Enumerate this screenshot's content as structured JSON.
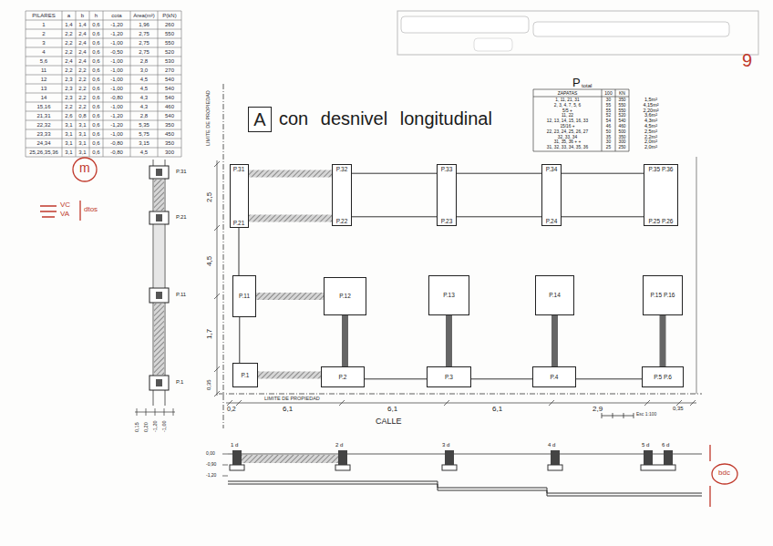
{
  "diagram": {
    "title": "con desnivel longitudinal",
    "nodes": [
      {
        "text": [
          "A"
        ]
      },
      {
        "text": [
          "P.31",
          "P.21"
        ]
      },
      {
        "text": [
          "P.32",
          "P.22"
        ]
      },
      {
        "text": [
          "P.33",
          "P.23"
        ]
      },
      {
        "text": [
          "P.34",
          "P.24"
        ]
      },
      {
        "text": [
          "P.35 P.36",
          "P.25 P.26"
        ]
      },
      {
        "text": [
          "P.11"
        ]
      },
      {
        "text": [
          "P.12"
        ]
      },
      {
        "text": [
          "P.13"
        ]
      },
      {
        "text": [
          "P.14"
        ]
      },
      {
        "text": [
          "P.15 P.16"
        ]
      },
      {
        "text": [
          "P.1"
        ]
      },
      {
        "text": [
          "P.2"
        ]
      },
      {
        "text": [
          "P.3"
        ]
      },
      {
        "text": [
          "P.4"
        ]
      },
      {
        "text": [
          "P.5 P.6"
        ]
      }
    ],
    "edges": [
      {
        "from": 1,
        "to": 2,
        "arrow": "none"
      },
      {
        "from": 1,
        "to": 2,
        "arrow": "none"
      },
      {
        "from": 2,
        "to": 3,
        "arrow": "none"
      },
      {
        "from": 3,
        "to": 4,
        "arrow": "none"
      },
      {
        "from": 4,
        "to": 5,
        "arrow": "none"
      },
      {
        "from": 2,
        "to": 3,
        "arrow": "none"
      },
      {
        "from": 3,
        "to": 4,
        "arrow": "none"
      },
      {
        "from": 4,
        "to": 5,
        "arrow": "none"
      },
      {
        "from": 6,
        "to": 7,
        "arrow": "none"
      },
      {
        "from": 11,
        "to": 12,
        "arrow": "none"
      },
      {
        "from": 7,
        "to": 12,
        "arrow": "none"
      },
      {
        "from": 8,
        "to": 13,
        "arrow": "none"
      },
      {
        "from": 9,
        "to": 14,
        "arrow": "none"
      },
      {
        "from": 10,
        "to": 15,
        "arrow": "none"
      },
      {
        "from": 1,
        "to": 6,
        "arrow": "none"
      },
      {
        "from": 6,
        "to": 11,
        "arrow": "none"
      },
      {
        "from": 12,
        "to": 13,
        "arrow": "none"
      },
      {
        "from": 13,
        "to": 14,
        "arrow": "none"
      },
      {
        "from": 14,
        "to": 15,
        "arrow": "none"
      }
    ],
    "labels": [
      "PILARES",
      "a",
      "b",
      "h",
      "cota",
      "Area(m²)",
      "P(kN)",
      "1",
      "1,4",
      "1,4",
      "0,6",
      "-1,20",
      "1,96",
      "260",
      "2",
      "2,2",
      "2,4",
      "0,6",
      "-1,20",
      "2,75",
      "550",
      "3",
      "2,2",
      "2,4",
      "0,6",
      "-1,00",
      "2,75",
      "550",
      "4",
      "2,2",
      "2,4",
      "0,6",
      "-0,50",
      "2,75",
      "520",
      "5,6",
      "2,4",
      "2,4",
      "0,6",
      "-1,00",
      "2,8",
      "530",
      "11",
      "2,2",
      "2,2",
      "0,6",
      "-1,00",
      "3,0",
      "270",
      "12",
      "2,3",
      "2,2",
      "0,6",
      "-1,00",
      "4,5",
      "540",
      "13",
      "2,3",
      "2,2",
      "0,6",
      "-1,00",
      "4,5",
      "540",
      "14",
      "2,3",
      "2,2",
      "0,6",
      "-0,80",
      "4,3",
      "540",
      "15,16",
      "2,2",
      "2,2",
      "0,6",
      "-1,00",
      "4,3",
      "460",
      "21,31",
      "2,6",
      "0,8",
      "0,6",
      "-1,20",
      "2,8",
      "540",
      "22,32",
      "3,1",
      "3,1",
      "0,6",
      "-1,20",
      "5,35",
      "350",
      "23,33",
      "3,1",
      "3,1",
      "0,6",
      "-1,00",
      "5,75",
      "450",
      "24,34",
      "3,1",
      "3,1",
      "0,6",
      "-0,80",
      "3,15",
      "350",
      "25,26,35,36",
      "3,1",
      "3,1",
      "0,6",
      "-0,80",
      "4,5",
      "300",
      "P",
      "total",
      "ZAPATAS",
      "100",
      "KN",
      "1, 11, 21, 31",
      "30",
      "350",
      "1,5m²",
      "2, 3, 4, 7, 5, 6",
      "55",
      "550",
      "4,15m²",
      "5/5 +",
      "55",
      "550",
      "2,20m²",
      "11, 22",
      "52",
      "520",
      "3,6m²",
      "12, 13, 14, 15, 16, 33",
      "54",
      "540",
      "4,3m²",
      "15/16 +",
      "46",
      "460",
      "4,5m²",
      "22, 23, 24, 25, 26, 27",
      "50",
      "500",
      "2,5m²",
      "32, 33, 34",
      "35",
      "350",
      "2,2m²",
      "31, 35, 36 + +",
      "30",
      "300",
      "2,0m²",
      "31, 32, 33, 34, 35, 36",
      "25",
      "250",
      "2,0m²",
      "LIMITE DE PROPIEDAD",
      "LIMITE DE PROPIEDAD",
      "2,5",
      "4,5",
      "1,7",
      "0,35",
      "0,2",
      "6,1",
      "6,1",
      "6,1",
      "2,9",
      "0,35",
      "CALLE",
      "Esc 1:100",
      "9",
      "m",
      "VC",
      "VA",
      "dtos",
      "bdc",
      "P.31",
      "P.21",
      "P.11",
      "P.1",
      "0,15",
      "0,20",
      "-1,20",
      "-1,00",
      "1 d",
      "2 d",
      "3 d",
      "4 d",
      "5 d",
      "6 d",
      "0,00",
      "-0,90",
      "-1,20"
    ]
  }
}
